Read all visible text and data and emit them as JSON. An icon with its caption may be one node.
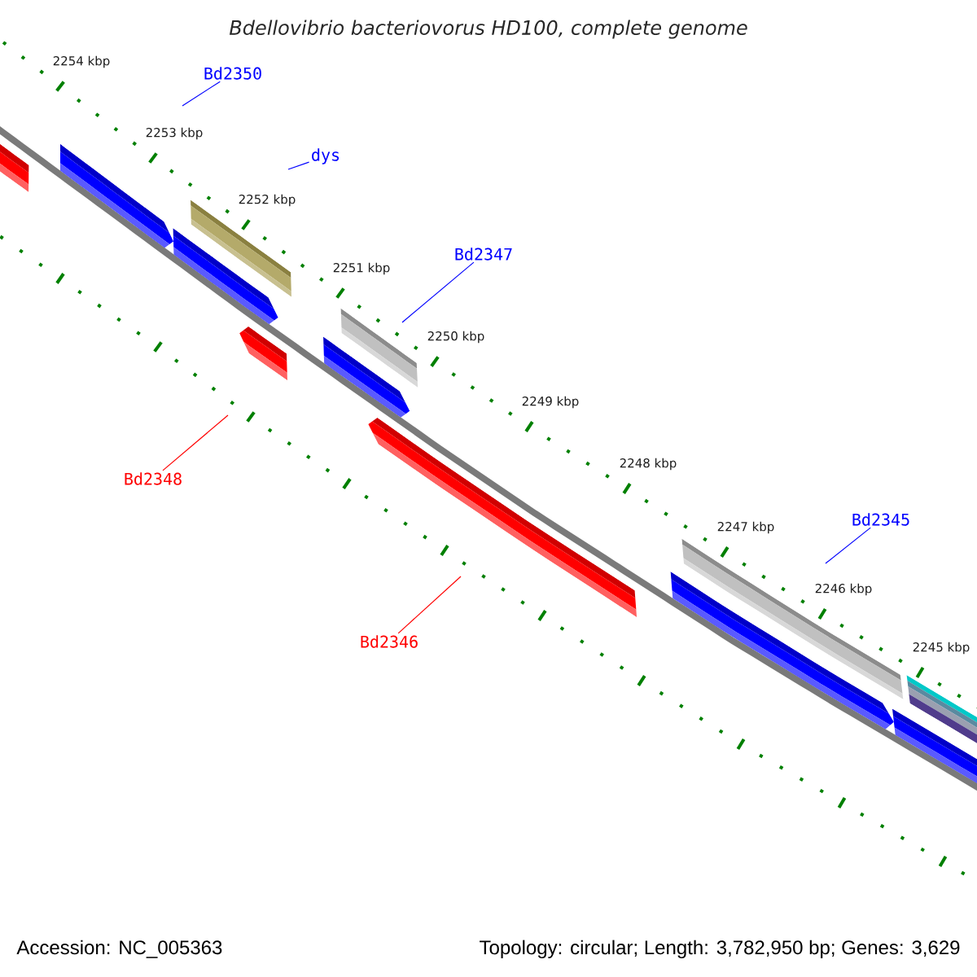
{
  "diagram": {
    "title": "Bdellovibrio bacteriovorus HD100, complete genome",
    "nodes": [
      {
        "text": [
          "Bd2350"
        ]
      },
      {
        "text": [
          "dys"
        ]
      },
      {
        "text": [
          "Bd2347"
        ]
      },
      {
        "text": [
          "Bd2348"
        ]
      },
      {
        "text": [
          "Bd2345"
        ]
      },
      {
        "text": [
          "Bd2346"
        ]
      }
    ],
    "edges": [
      {
        "from": 0,
        "to": null,
        "arrow": "none"
      },
      {
        "from": 1,
        "to": null,
        "arrow": "none"
      },
      {
        "from": 2,
        "to": null,
        "arrow": "none"
      },
      {
        "from": 3,
        "to": null,
        "arrow": "none",
        "color": "#ff0000"
      },
      {
        "from": 4,
        "to": null,
        "arrow": "none"
      },
      {
        "from": 5,
        "to": null,
        "arrow": "none",
        "color": "#ff0000"
      }
    ],
    "labels": [
      "2254 kbp",
      "2253 kbp",
      "2252 kbp",
      "2251 kbp",
      "2250 kbp",
      "2249 kbp",
      "2248 kbp",
      "2247 kbp",
      "2246 kbp",
      "2245 kbp",
      "Accession: NC_005363",
      "Topology: circular; Length: 3,782,950 bp; Genes: 3,629"
    ]
  }
}
